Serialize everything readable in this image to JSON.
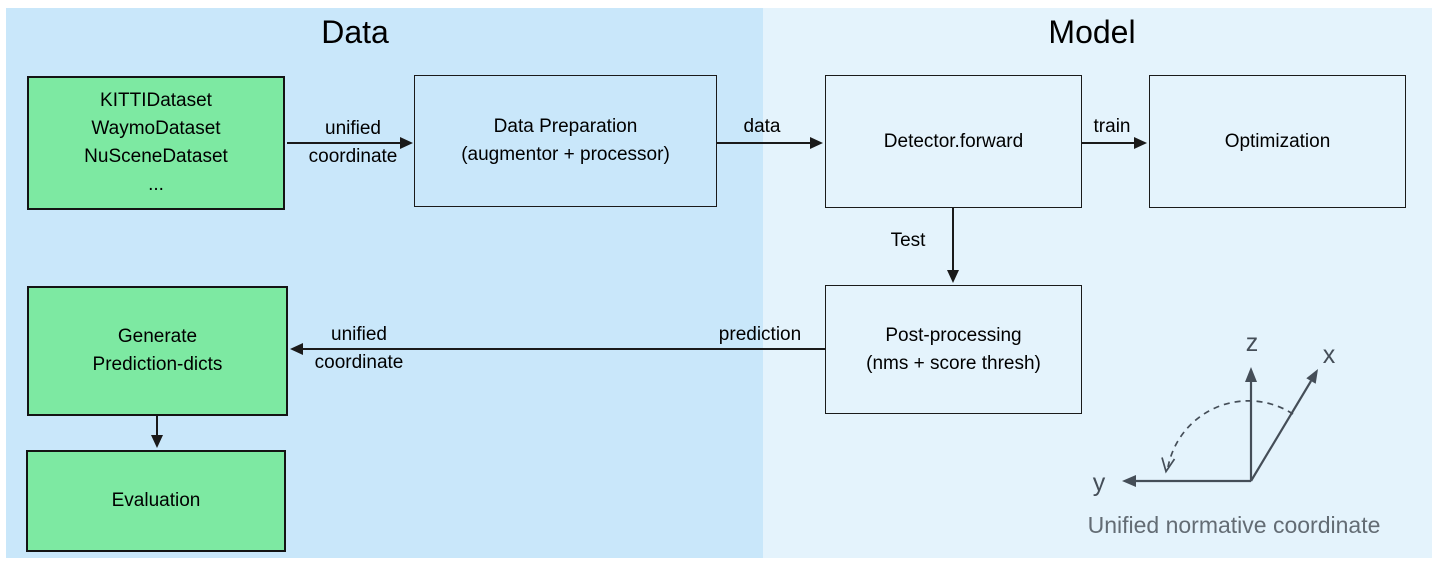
{
  "sections": {
    "data": {
      "title": "Data"
    },
    "model": {
      "title": "Model"
    }
  },
  "nodes": {
    "datasets": {
      "lines": [
        "KITTIDataset",
        "WaymoDataset",
        "NuSceneDataset",
        "..."
      ]
    },
    "data_preparation": {
      "lines": [
        "Data Preparation",
        "(augmentor + processor)"
      ]
    },
    "detector": {
      "label": "Detector.forward"
    },
    "optimization": {
      "label": "Optimization"
    },
    "post_processing": {
      "lines": [
        "Post-processing",
        "(nms + score thresh)"
      ]
    },
    "generate_prediction": {
      "lines": [
        "Generate",
        "Prediction-dicts"
      ]
    },
    "evaluation": {
      "label": "Evaluation"
    }
  },
  "edges": {
    "datasets_to_preparation": {
      "label_line1": "unified",
      "label_line2": "coordinate"
    },
    "preparation_to_detector": {
      "label": "data"
    },
    "detector_to_optimization": {
      "label": "train"
    },
    "detector_to_postprocessing": {
      "label": "Test"
    },
    "postprocessing_to_generate": {
      "label_right": "prediction",
      "label_line1": "unified",
      "label_line2": "coordinate"
    }
  },
  "coordinate_legend": {
    "axis_z": "z",
    "axis_x": "x",
    "axis_y": "y",
    "caption": "Unified normative coordinate"
  },
  "colors": {
    "panel_left": "#c9e7fa",
    "panel_right": "#e4f3fc",
    "node_green": "#7de9a2",
    "node_border": "#141414",
    "arrow": "#1a1a1a",
    "axes": "#454e58",
    "caption_gray": "#636c74"
  }
}
